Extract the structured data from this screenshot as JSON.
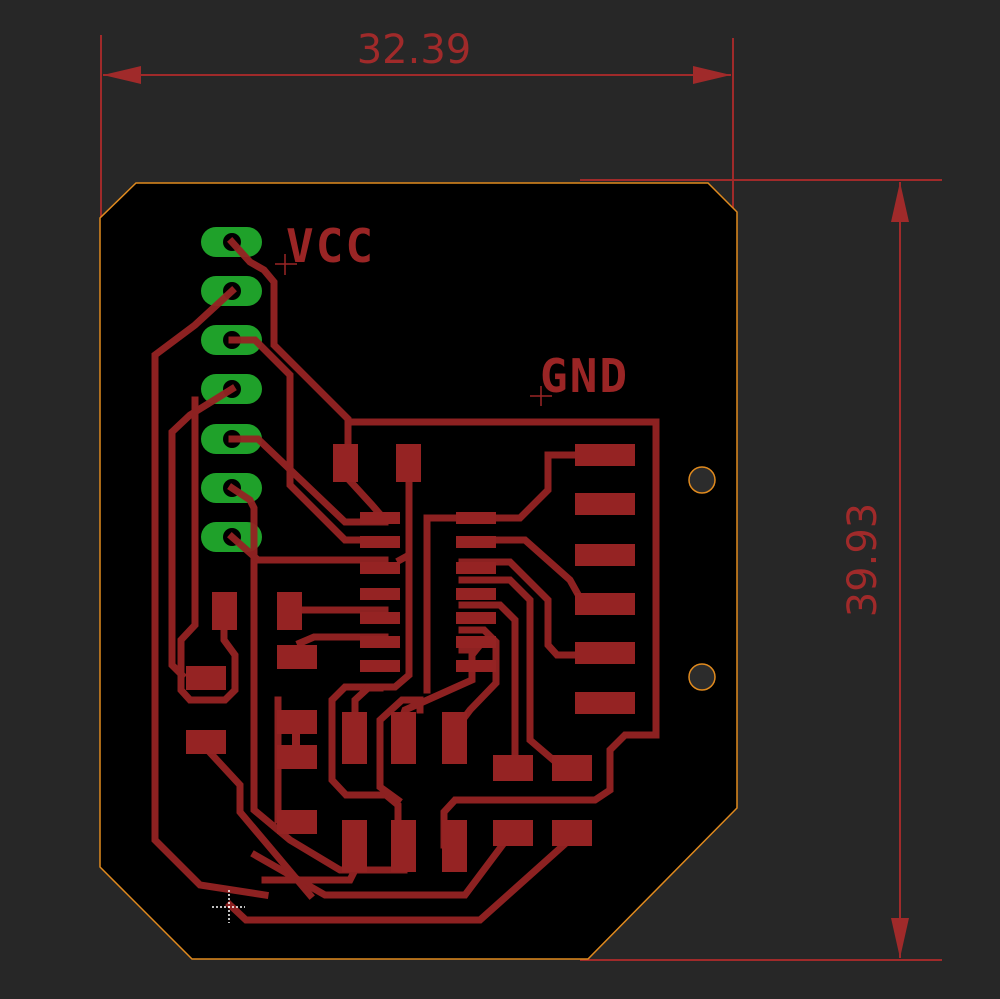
{
  "view": {
    "background": "#272727",
    "board_fill": "#000000",
    "board_outline": "#e08a1e",
    "copper_color": "#952323",
    "dimension_color": "#a02a2a",
    "header_pad_color": "#1fa12a"
  },
  "dimensions": {
    "width_label": "32.39",
    "height_label": "39.93"
  },
  "labels": {
    "vcc": "VCC",
    "gnd": "GND"
  },
  "header": {
    "pin_count": 7
  },
  "mounting_holes": 2
}
